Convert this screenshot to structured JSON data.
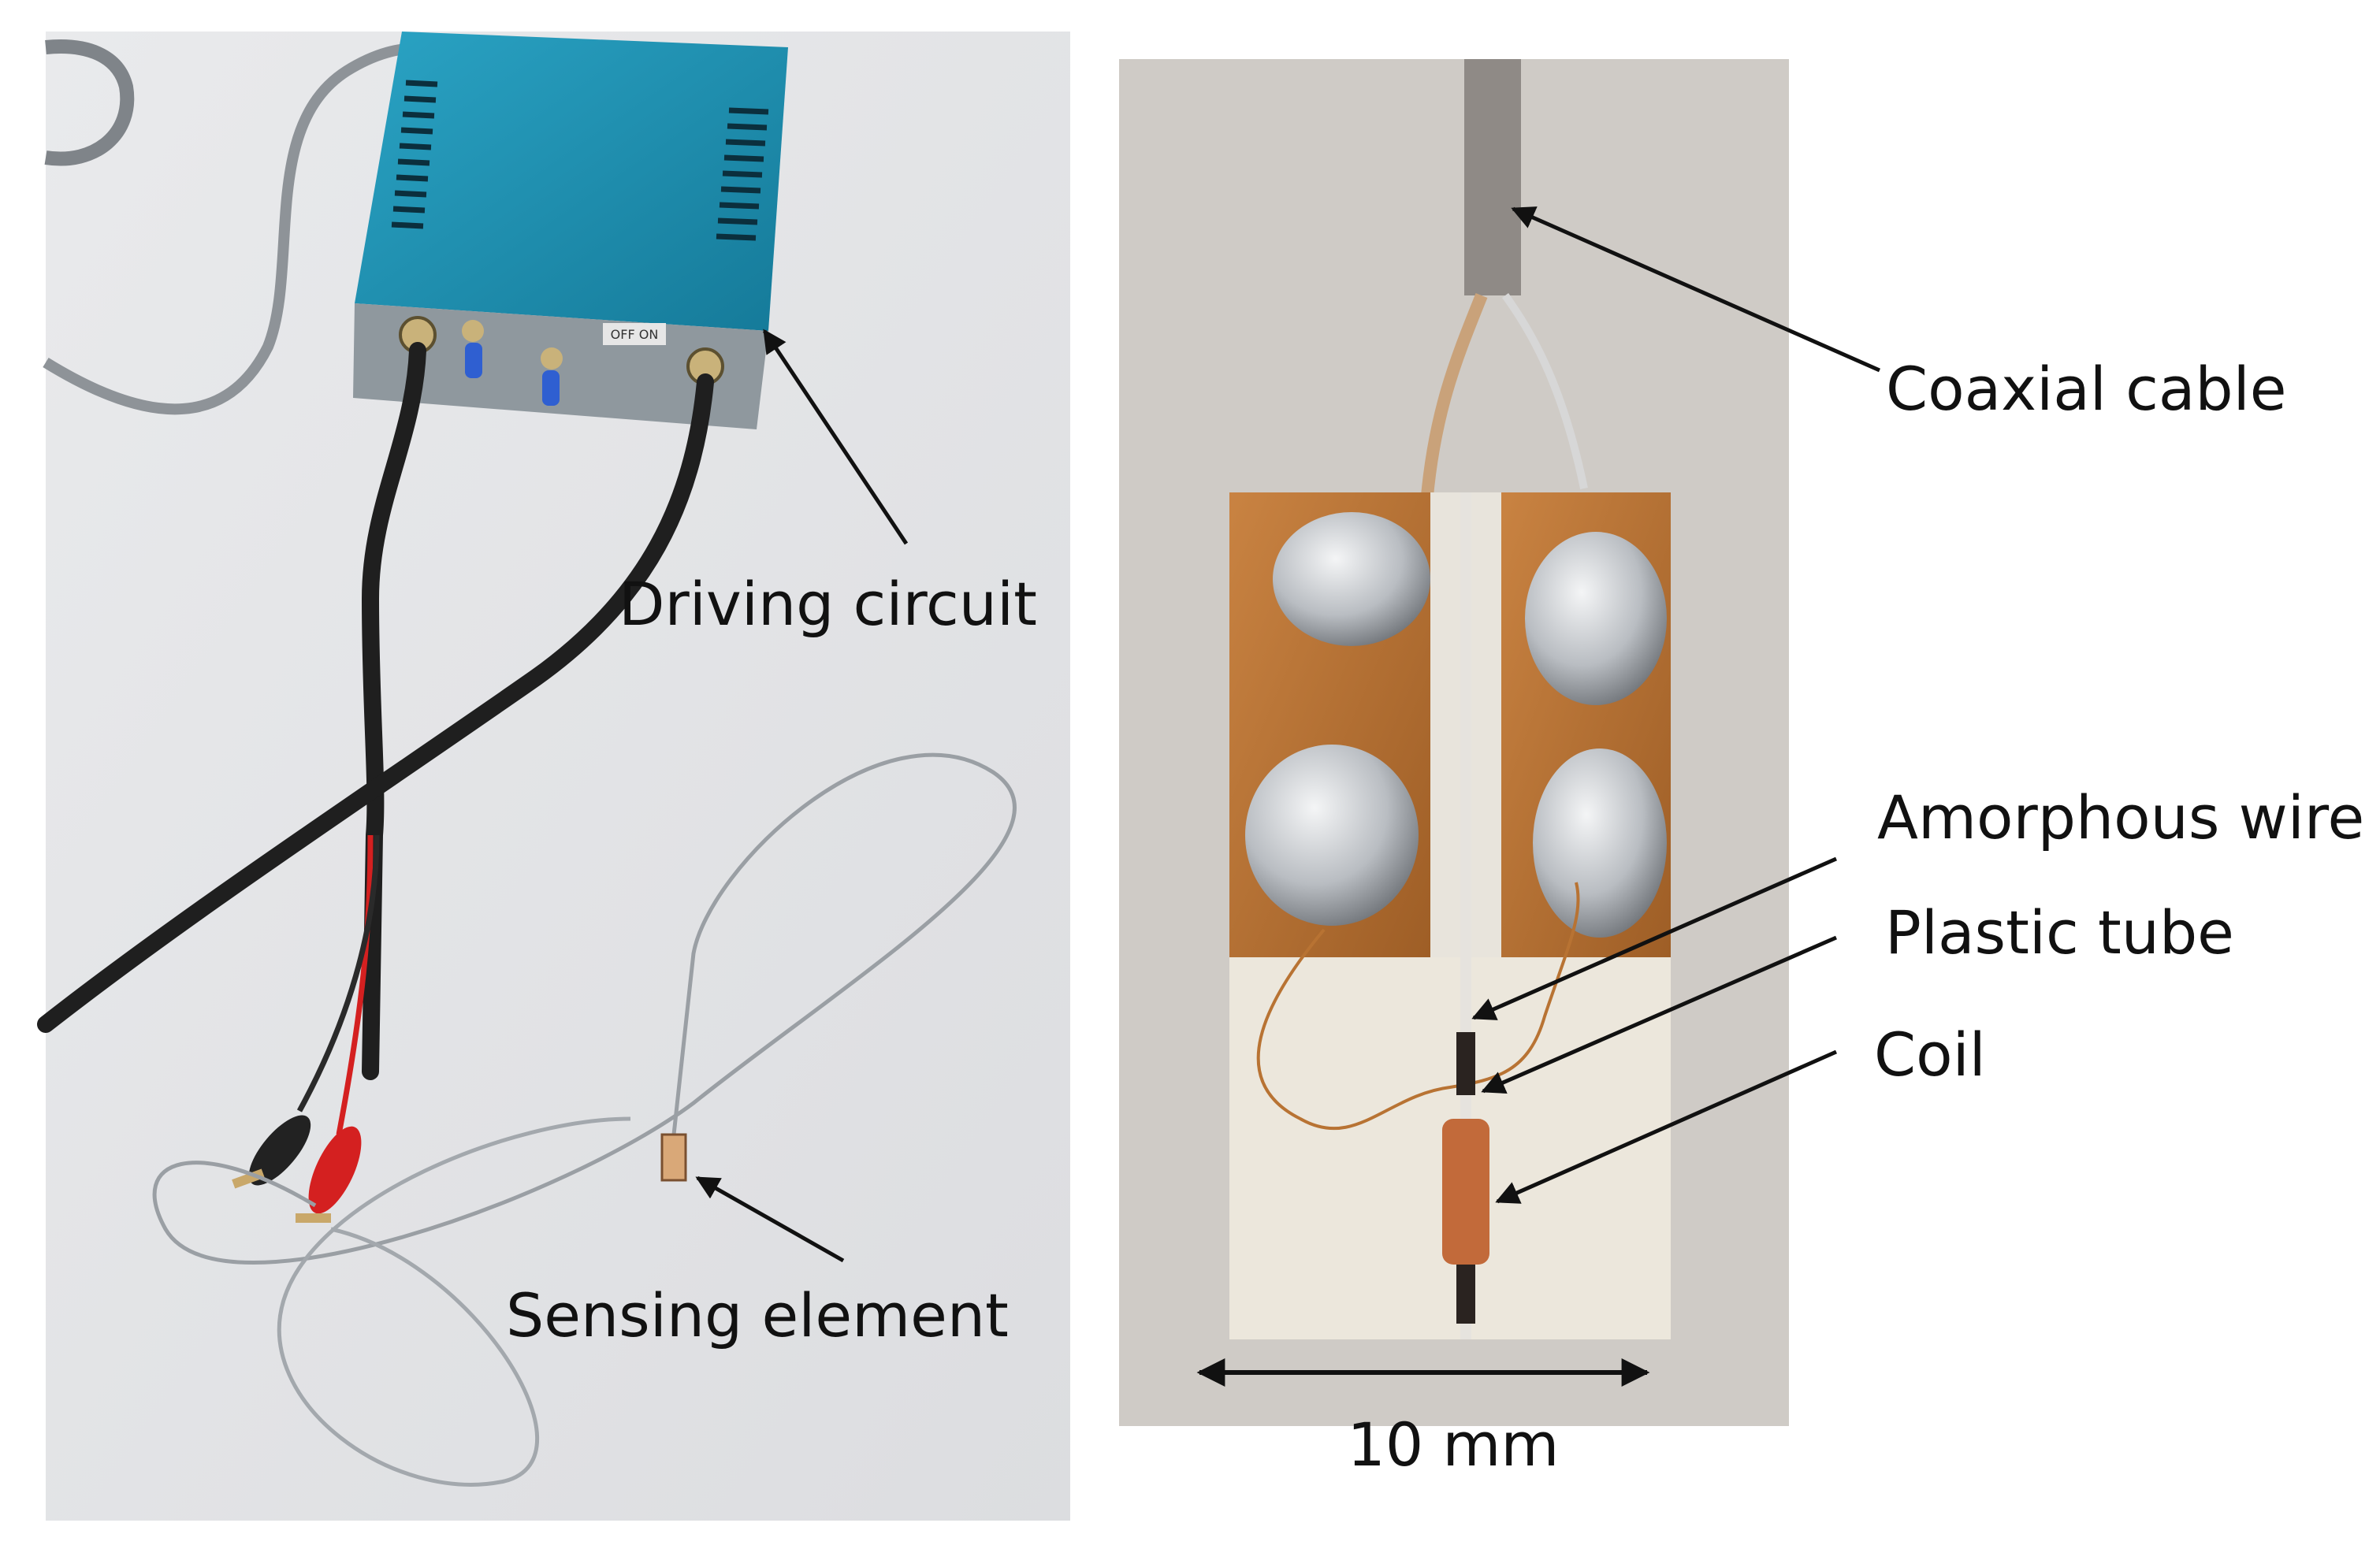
{
  "figure": {
    "left_panel": {
      "labels": {
        "driving_circuit": "Driving circuit",
        "sensing_element": "Sensing element"
      },
      "device_box_text": "OFF ON"
    },
    "right_panel": {
      "labels": {
        "coaxial_cable": "Coaxial cable",
        "amorphous_wire": "Amorphous wire",
        "plastic_tube": "Plastic tube",
        "coil": "Coil"
      },
      "scale_bar_text": "10 mm"
    },
    "colors": {
      "box": "#1e8fb0",
      "copper": "#b87333",
      "solder": "#c9cdd2",
      "cable": "#1f1f1f",
      "red_lead": "#d42020"
    }
  }
}
